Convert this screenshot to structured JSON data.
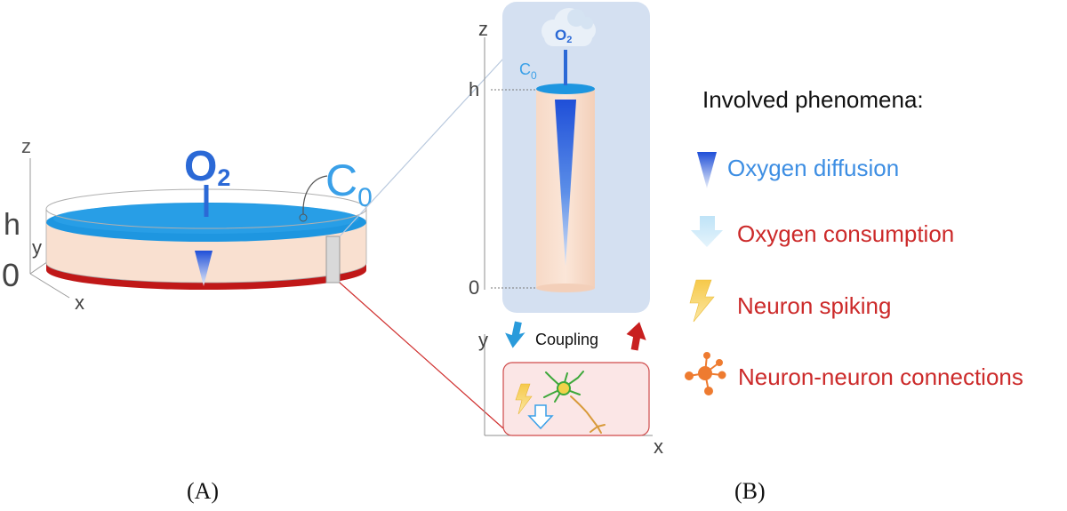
{
  "panel_a": {
    "caption": "(A)",
    "axis_z": "z",
    "axis_y": "y",
    "axis_x": "x",
    "level_h": "h",
    "level_0": "0",
    "oxygen_label": "O",
    "oxygen_subscript": "2",
    "concentration_label": "C",
    "concentration_subscript": "0"
  },
  "panel_b": {
    "caption": "(B)",
    "axis_z": "z",
    "level_h": "h",
    "level_0": "0",
    "cloud_label": "O",
    "cloud_subscript": "2",
    "concentration_label": "C",
    "concentration_subscript": "0",
    "coupling_label": "Coupling",
    "axis_y": "y",
    "axis_x": "x"
  },
  "legend": {
    "title": "Involved phenomena:",
    "items": [
      {
        "icon": "diffusion-cone-icon",
        "label": "Oxygen diffusion",
        "color": "#3d8ee3"
      },
      {
        "icon": "down-arrow-icon",
        "label": "Oxygen consumption",
        "color": "#cc2a2a"
      },
      {
        "icon": "lightning-bolt-icon",
        "label": "Neuron spiking",
        "color": "#cc2a2a"
      },
      {
        "icon": "network-node-icon",
        "label": "Neuron-neuron connections",
        "color": "#cc2a2a"
      }
    ]
  },
  "colors": {
    "medium_top": "#1e96e0",
    "medium_body": "#f9e0d0",
    "base": "#c01818",
    "oxygen": "#2b69d6",
    "concentration": "#3aa0e8",
    "panel_bg": "#d4e0f1",
    "neuron_box_bg": "#fbe6e6",
    "neuron_box_border": "#cf4a4a",
    "coupling_down": "#2a9bdb",
    "coupling_up": "#c81f1f",
    "legend_text_blue": "#3d8ee3",
    "legend_text_red": "#cc2a2a"
  }
}
